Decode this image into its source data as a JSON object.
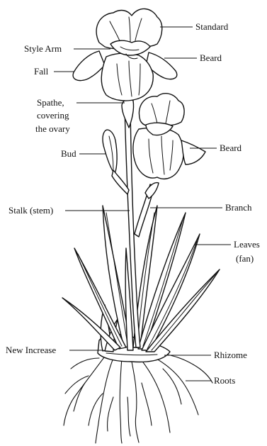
{
  "labels": {
    "standard": "Standard",
    "style_arm": "Style Arm",
    "beard_top": "Beard",
    "fall": "Fall",
    "spathe_line1": "Spathe,",
    "spathe_line2": "covering",
    "spathe_line3": "the ovary",
    "beard_lower": "Beard",
    "bud": "Bud",
    "stalk": "Stalk (stem)",
    "branch": "Branch",
    "leaves_line1": "Leaves",
    "leaves_line2": "(fan)",
    "new_increase": "New Increase",
    "rhizome": "Rhizome",
    "roots": "Roots"
  }
}
